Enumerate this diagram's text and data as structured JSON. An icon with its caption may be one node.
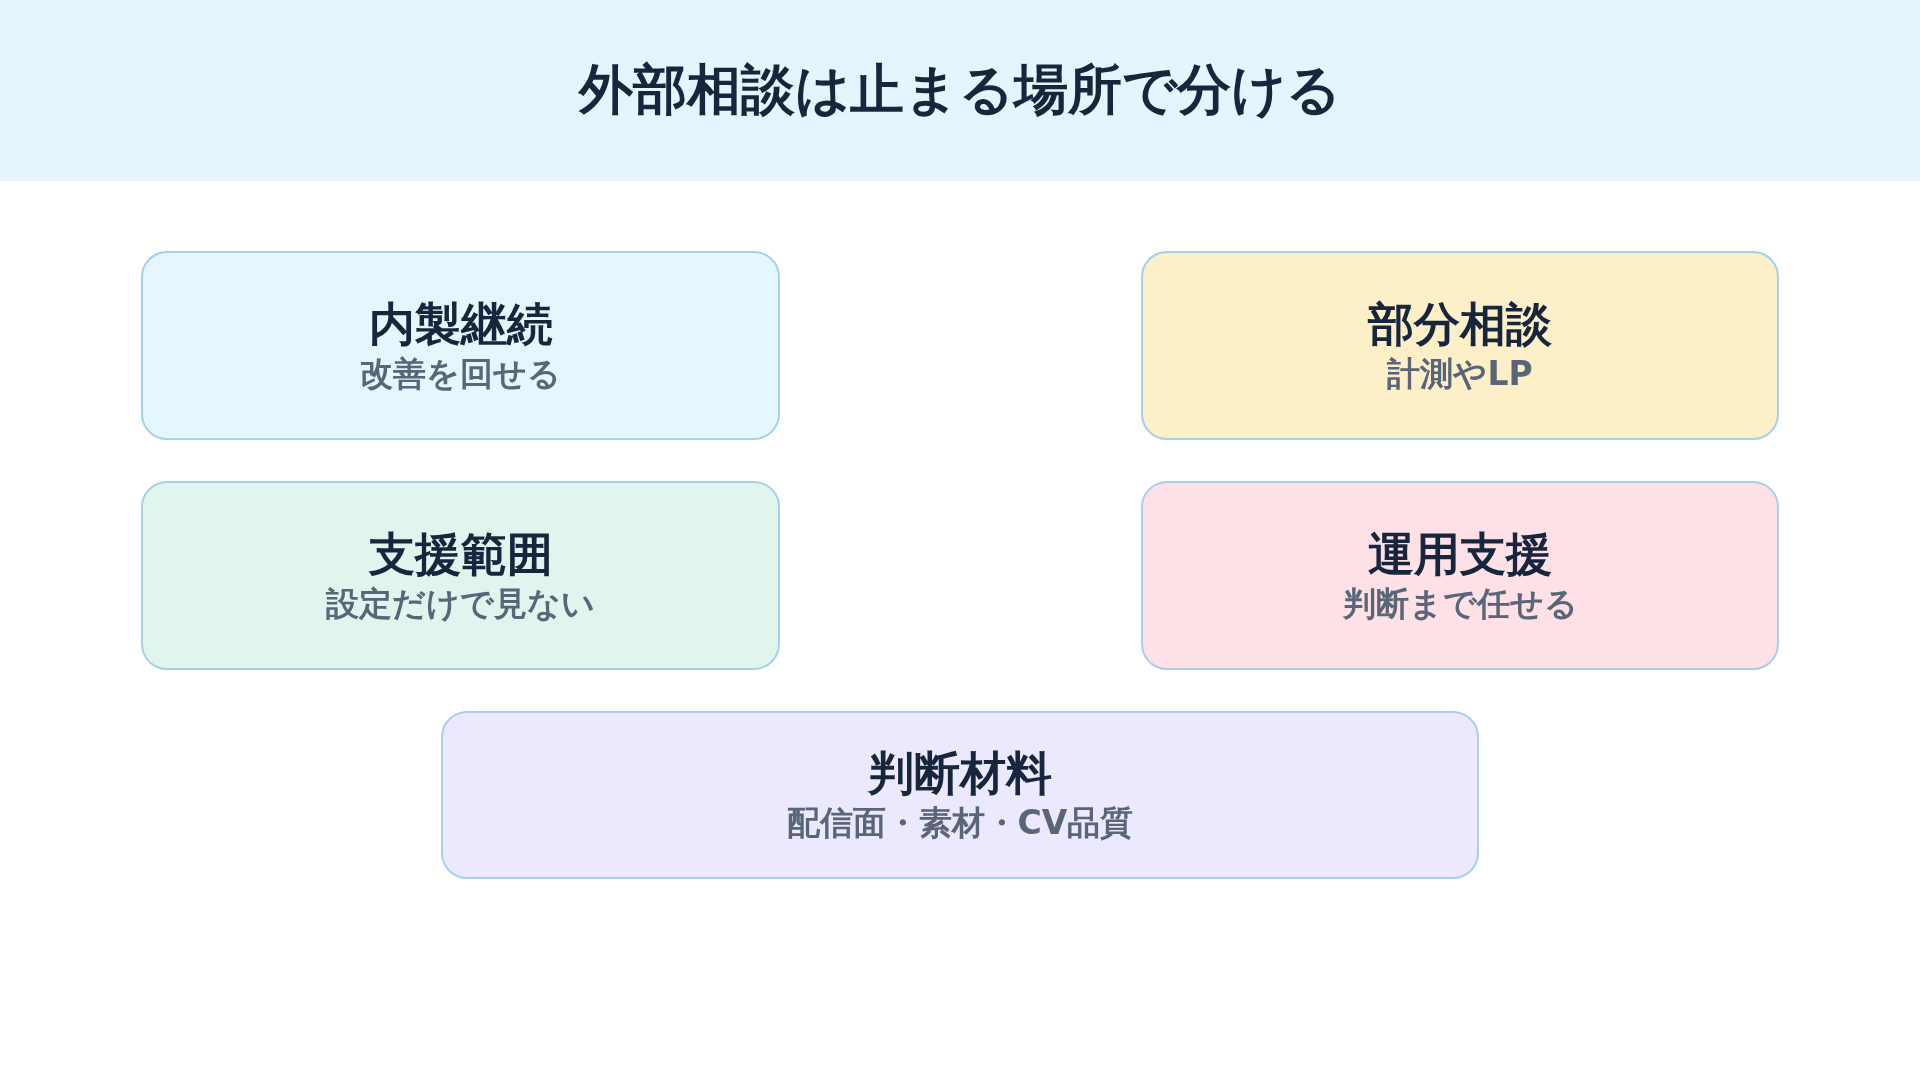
{
  "diagram": {
    "title": "外部相談は止まる場所で分ける",
    "nodes": [
      {
        "text": [
          "内製継続",
          "改善を回せる"
        ]
      },
      {
        "text": [
          "部分相談",
          "計測やLP"
        ]
      },
      {
        "text": [
          "支援範囲",
          "設定だけで見ない"
        ]
      },
      {
        "text": [
          "運用支援",
          "判断まで任せる"
        ]
      },
      {
        "text": [
          "判断材料",
          "配信面・素材・CV品質"
        ]
      }
    ]
  }
}
